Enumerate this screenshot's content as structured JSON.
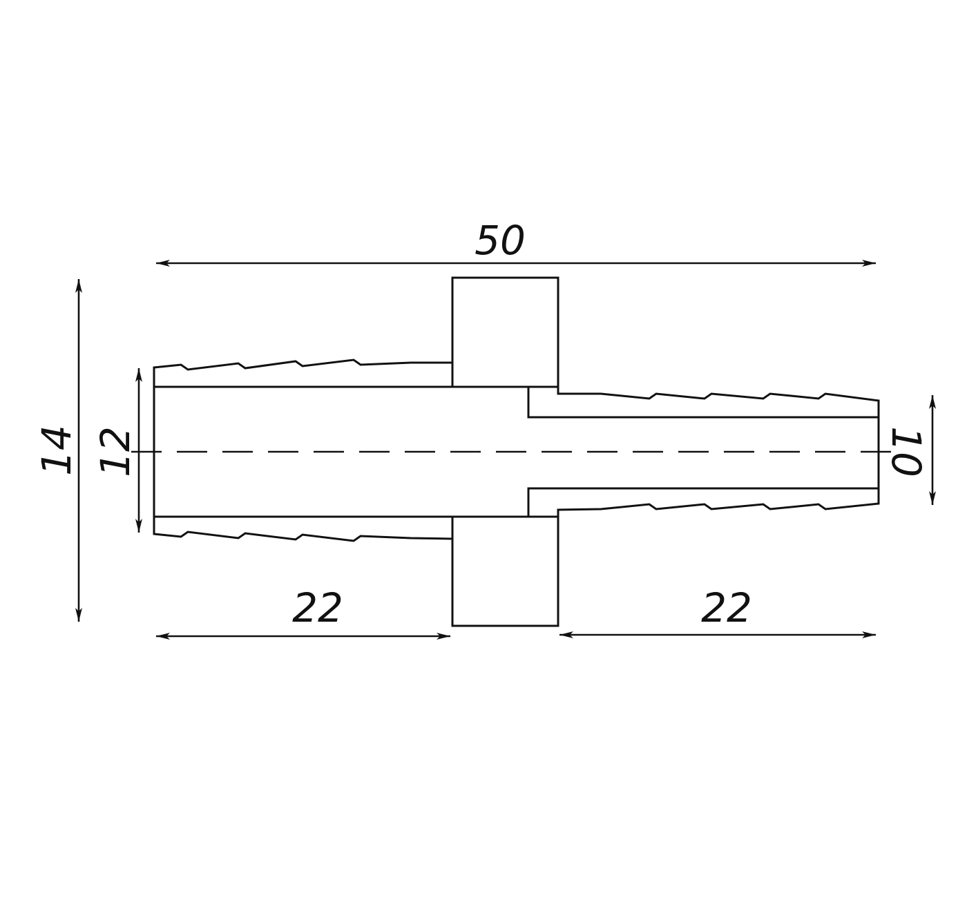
{
  "dimensions": {
    "overall_length": "50",
    "outer_diameter": "14",
    "left_diameter": "12",
    "right_diameter": "10",
    "left_length": "22",
    "right_length": "22"
  },
  "colors": {
    "line": "#111111",
    "background": "#ffffff"
  }
}
